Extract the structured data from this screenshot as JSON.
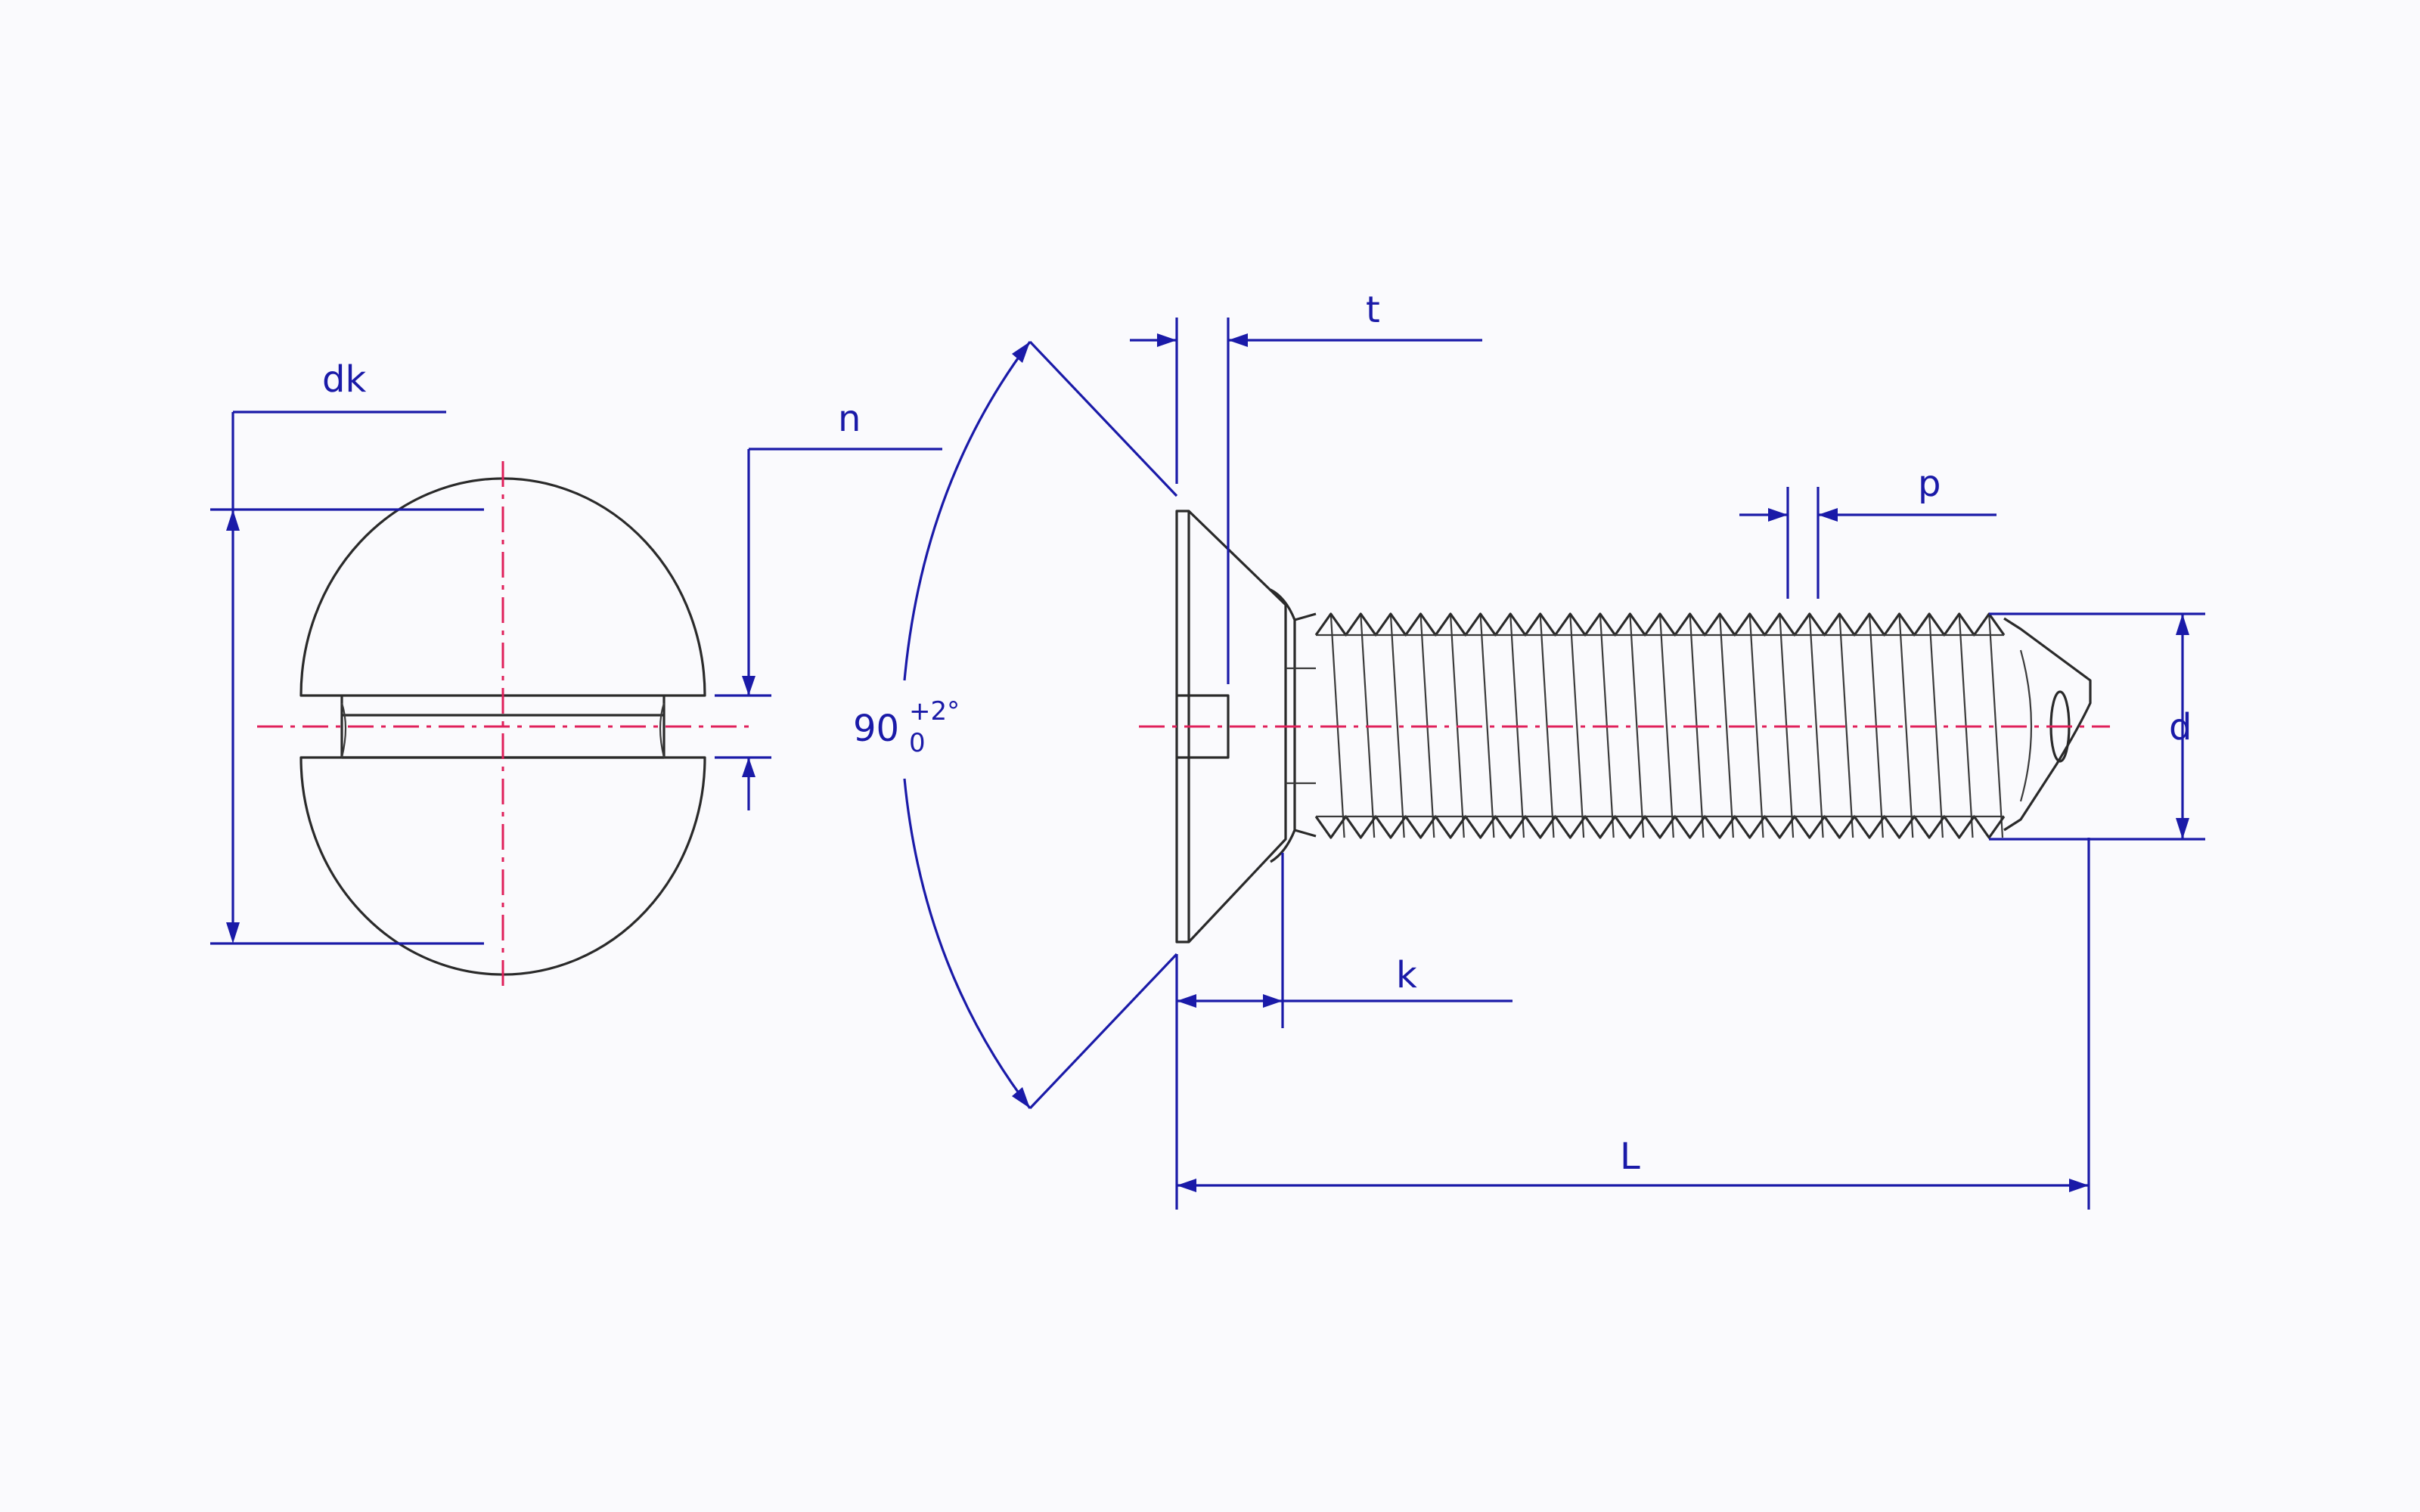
{
  "diagram": {
    "labels": {
      "dk": "dk",
      "n": "n",
      "t": "t",
      "p": "p",
      "d": "d",
      "k": "k",
      "L": "L"
    },
    "angle": {
      "value": "90",
      "upper_tolerance": "+2°",
      "lower_tolerance": "0"
    },
    "colors": {
      "dimension": "#1a1aa8",
      "centerline": "#e0205a",
      "outline": "#2a2a2a",
      "background": "#fafafd"
    },
    "thread_count": 23
  }
}
